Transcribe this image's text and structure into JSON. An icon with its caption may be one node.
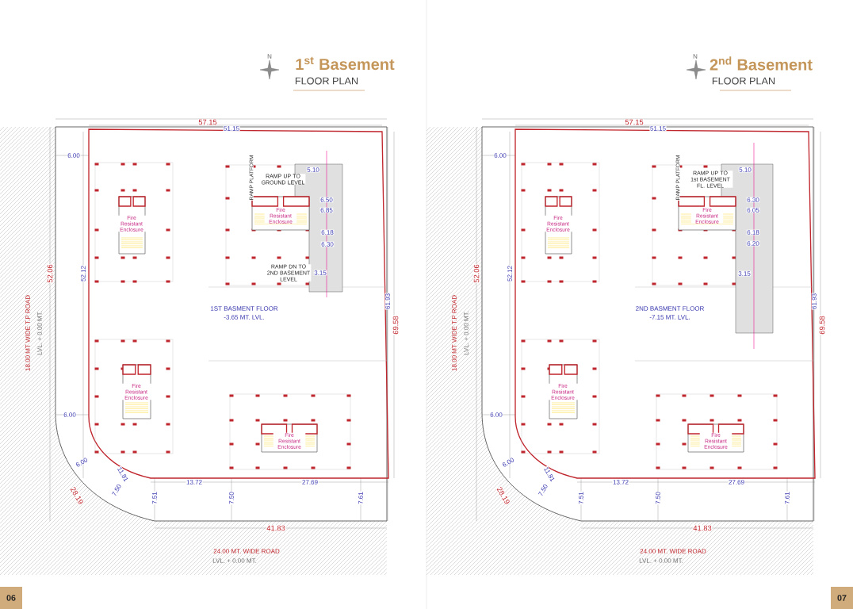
{
  "diagram": {
    "labels": [
      "N",
      "1$^{st}$ Basement",
      "FLOOR PLAN",
      "57.15",
      "51.15",
      "6.00",
      "RAMP PLATFORM",
      "RAMP UP TO GROUND LEVEL",
      "5.10",
      "Fire Resistant Enclosure",
      "6.50",
      "6.85",
      "Fire Resistant Enclosure",
      "6.18",
      "6.30",
      "RAMP DN TO 2ND BASEMENT LEVEL",
      "3.15",
      "52.06",
      "52.12",
      "1ST BASMENT FLOOR",
      "-3.65 MT. LVL.",
      "61.93",
      "69.58",
      "18.00 MT WIDE T.P ROAD",
      "LVL. + 0.00 MT.",
      "Fire Resistant Enclosure",
      "6.00",
      "Fire Resistant Enclosure",
      "6.00",
      "11.81",
      "13.72",
      "27.69",
      "28.19",
      "7.50",
      "7.51",
      "7.50",
      "7.61",
      "41.83",
      "24.00 MT. WIDE ROAD",
      "LVL. + 0.00 MT.",
      "06",
      "N",
      "2$^{nd}$ Basement",
      "FLOOR PLAN",
      "57.15",
      "51.15",
      "6.00",
      "RAMP PLATFORM",
      "RAMP UP TO 1st BASEMENT FL. LEVEL",
      "5.10",
      "Fire Resistant Enclosure",
      "6.30",
      "6.05",
      "Fire Resistant Enclosure",
      "6.18",
      "6.20",
      "3.15",
      "52.06",
      "52.12",
      "2ND BASMENT FLOOR",
      "-7.15 MT. LVL.",
      "61.93",
      "69.58",
      "18.00 MT WIDE T.P ROAD",
      "LVL. + 0.00 MT.",
      "Fire Resistant Enclosure",
      "6.00",
      "Fire Resistant Enclosure",
      "6.00",
      "11.81",
      "13.72",
      "27.69",
      "28.19",
      "7.50",
      "7.51",
      "7.50",
      "7.61",
      "41.83",
      "24.00 MT. WIDE ROAD",
      "LVL. + 0.00 MT.",
      "07"
    ]
  }
}
